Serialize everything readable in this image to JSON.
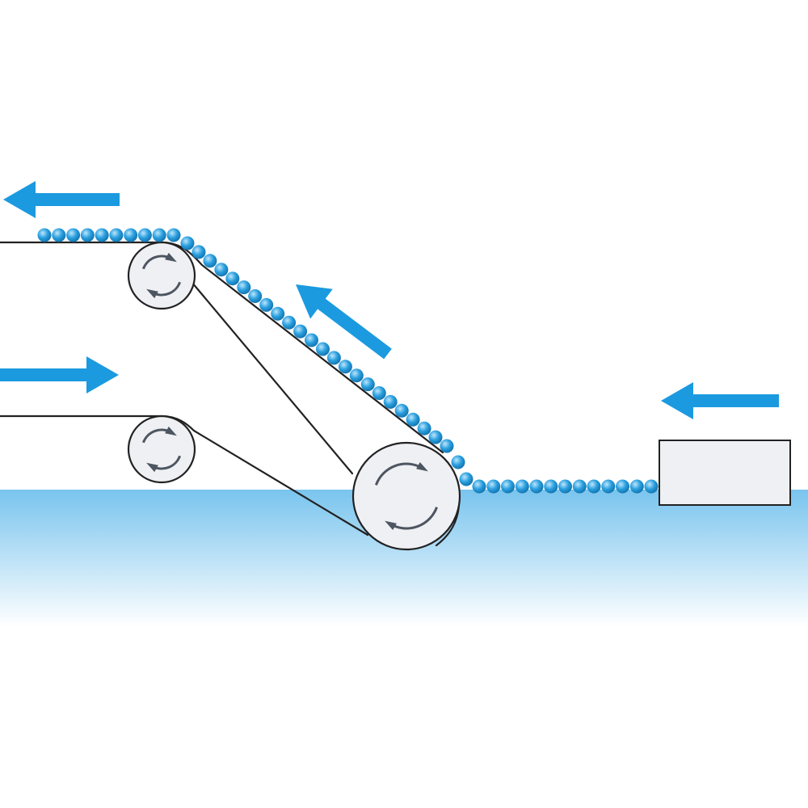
{
  "colors": {
    "accent": "#1b9ae0",
    "particle": "#2aa0e0",
    "particle_edge": "#1476b0",
    "particle_highlight": "#bfe6fa",
    "water_top": "#79c4ee",
    "water_bottom": "#ffffff",
    "line": "#222222",
    "roller_fill": "#eef0f4",
    "rotation_arrow": "#4d5560",
    "block_fill": "#eef0f4"
  },
  "diagram": {
    "upper_rollers": 2,
    "main_roller": 1,
    "flow_arrows": [
      {
        "name": "top-left-flow-arrow",
        "direction": "left"
      },
      {
        "name": "middle-left-flow-arrow",
        "direction": "right"
      },
      {
        "name": "incline-flow-arrow",
        "direction": "up-left"
      },
      {
        "name": "right-flow-arrow",
        "direction": "left"
      }
    ]
  }
}
